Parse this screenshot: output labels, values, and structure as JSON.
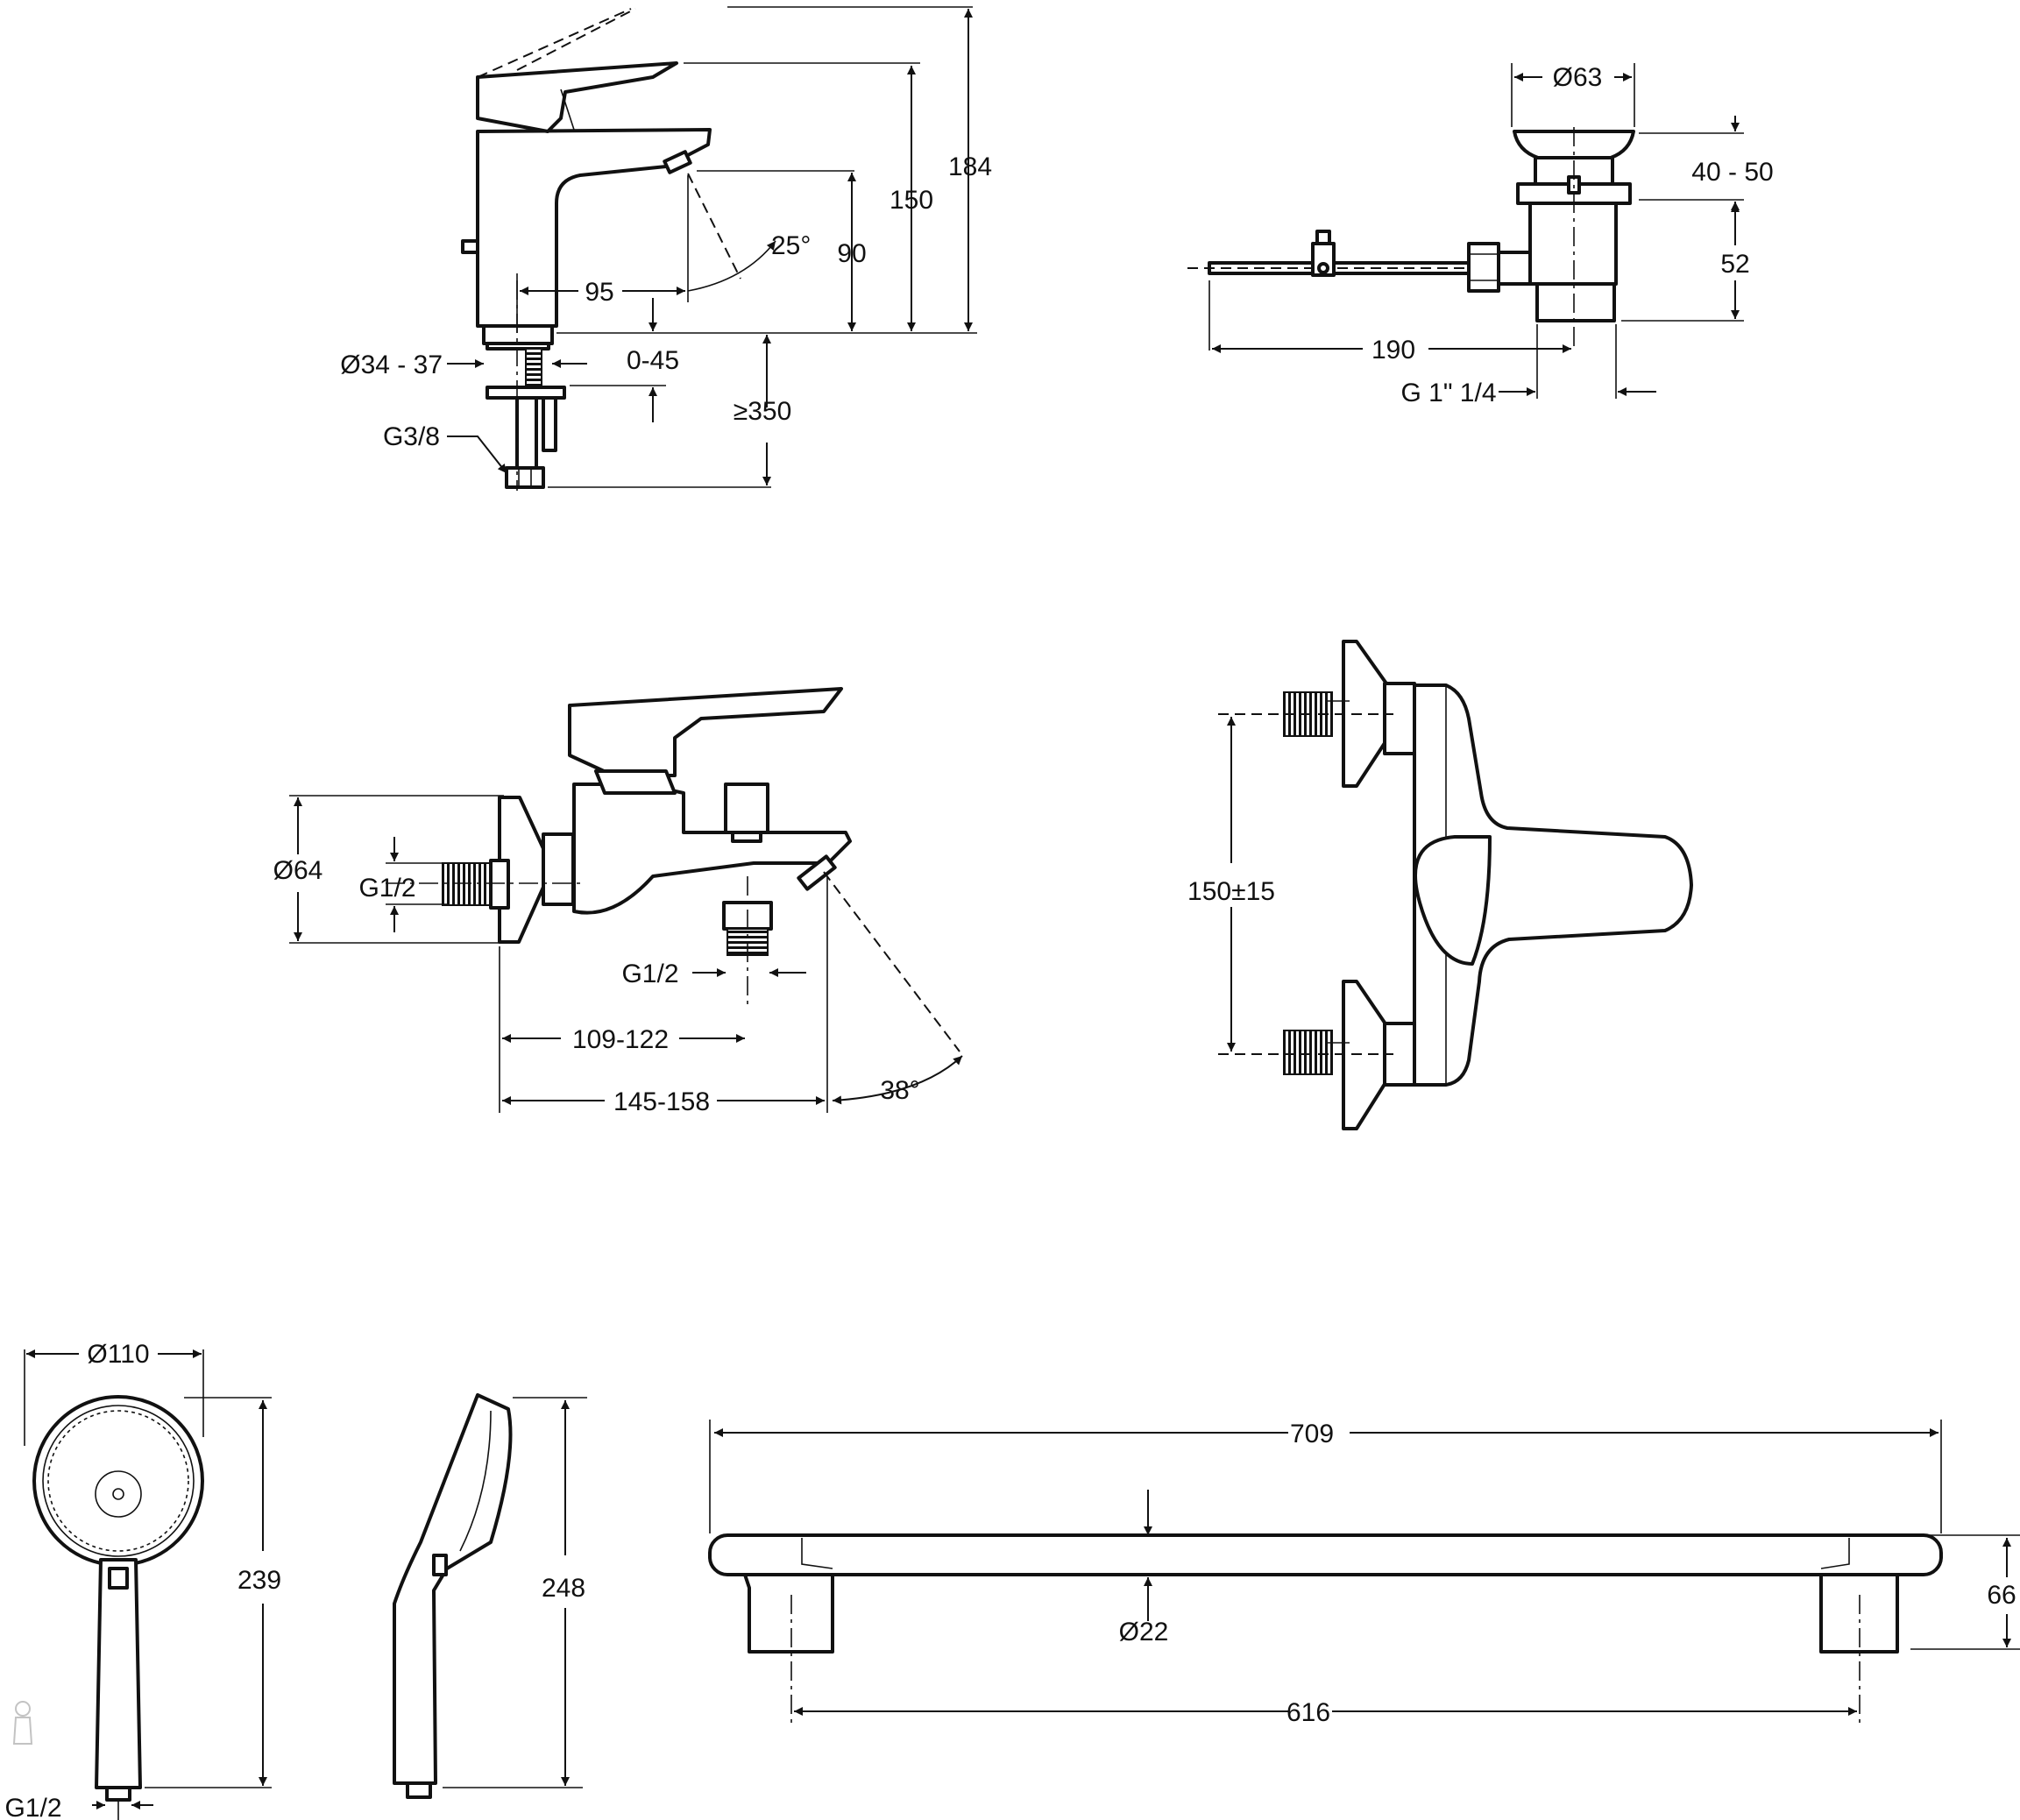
{
  "drawing": {
    "basin_mixer": {
      "angle": "25°",
      "projection": "95",
      "outlet_height": "90",
      "body_height": "150",
      "total_height": "184",
      "base_diameter": "Ø34 - 37",
      "deck_thickness": "0-45",
      "hose_length": "≥350",
      "connection": "G3/8"
    },
    "waste": {
      "diameter": "Ø63",
      "head_height": "40 - 50",
      "body_height": "52",
      "rod_length": "190",
      "thread": "G 1\" 1/4"
    },
    "bath_mixer": {
      "rosette_diameter": "Ø64",
      "inlet_thread": "G1/2",
      "outlet_thread": "G1/2",
      "outlet_distance": "109-122",
      "spout_length": "145-158",
      "spout_angle": "38°"
    },
    "wall_mixer": {
      "centres": "150±15"
    },
    "hand_shower": {
      "head_diameter": "Ø110",
      "front_height": "239",
      "side_height": "248",
      "thread": "G1/2"
    },
    "rail": {
      "length": "709",
      "tube_diameter": "Ø22",
      "bracket_height": "66",
      "fixing_centres": "616"
    }
  }
}
